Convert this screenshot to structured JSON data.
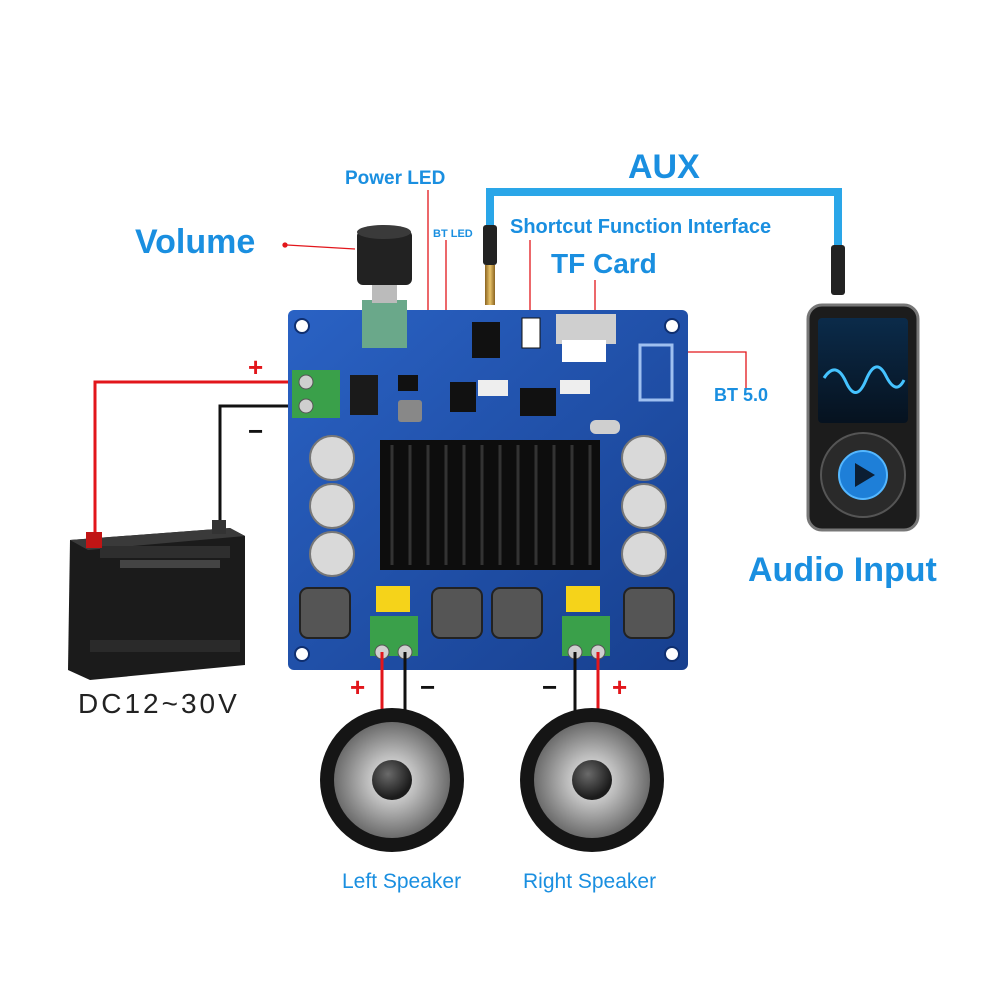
{
  "labels": {
    "volume": "Volume",
    "power_led": "Power LED",
    "bt_led": "BT LED",
    "shortcut": "Shortcut Function Interface",
    "aux": "AUX",
    "tf_card": "TF Card",
    "bt": "BT 5.0",
    "audio_input": "Audio Input",
    "dc": "DC12~30V",
    "left_speaker": "Left Speaker",
    "right_speaker": "Right Speaker"
  },
  "signs": {
    "plus": "+",
    "minus": "−"
  },
  "colors": {
    "label_blue": "#1a8fe0",
    "pcb_blue": "#1f4fa8",
    "wire_red": "#e2161b",
    "wire_black": "#111111",
    "aux_cable": "#2aa6e8"
  },
  "icons": [
    "battery-icon",
    "amplifier-board-icon",
    "music-player-icon",
    "speaker-icon",
    "heatsink-icon",
    "volume-knob-icon"
  ]
}
